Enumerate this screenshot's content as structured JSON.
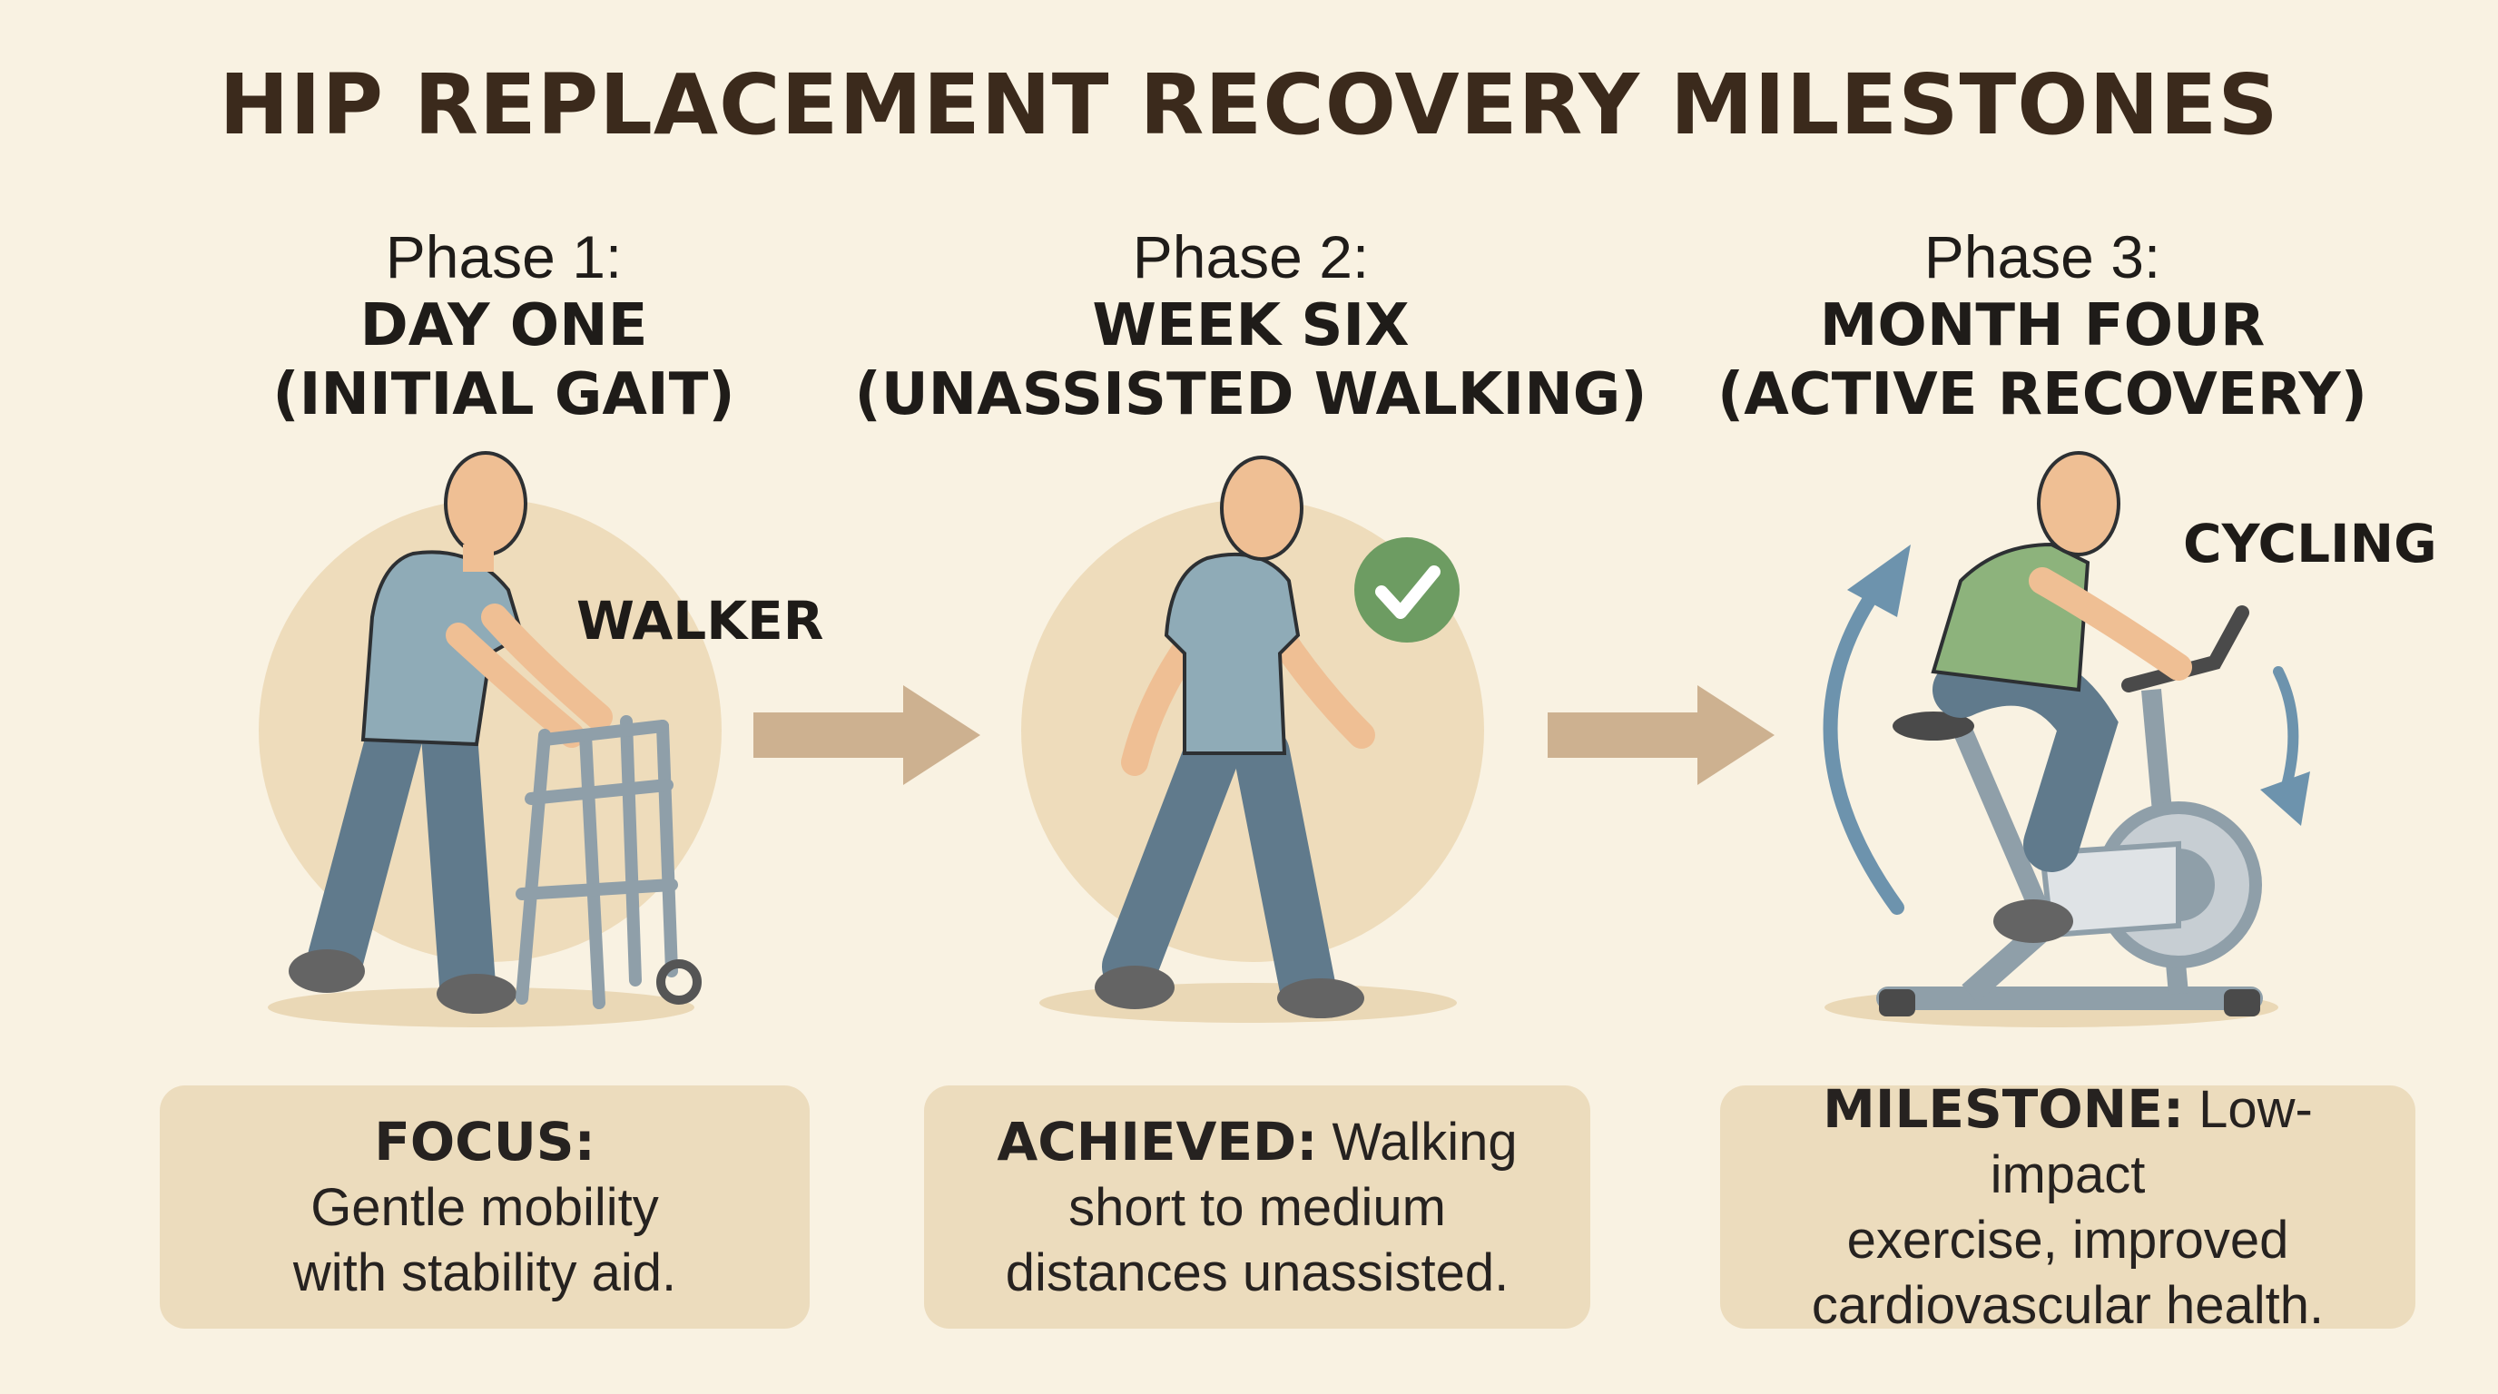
{
  "title": "HIP REPLACEMENT RECOVERY MILESTONES",
  "phases": [
    {
      "number": "Phase 1:",
      "name_line1": "DAY ONE",
      "name_line2": "(INITIAL GAIT)",
      "label": "WALKER",
      "card_key": "FOCUS:",
      "card_line1": "Gentle mobility",
      "card_line2": "with stability aid."
    },
    {
      "number": "Phase 2:",
      "name_line1": "WEEK SIX",
      "name_line2": "(UNASSISTED WALKING)",
      "card_key": "ACHIEVED:",
      "card_line1_rest": " Walking",
      "card_line2": "short to medium",
      "card_line3": "distances unassisted."
    },
    {
      "number": "Phase 3:",
      "name_line1": "MONTH FOUR",
      "name_line2": "(ACTIVE RECOVERY)",
      "label": "CYCLING",
      "card_key": "MILESTONE:",
      "card_line1_rest": " Low-impact",
      "card_line2": "exercise, improved",
      "card_line3": "cardiovascular health."
    }
  ],
  "colors": {
    "background": "#f9f2e2",
    "title": "#3b2a1c",
    "card": "#ecdcbd",
    "circle": "#eedcbb",
    "arrow": "#cdb190",
    "check": "#6d9c62",
    "shirt_blue": "#8fabb7",
    "shirt_green": "#8db37c",
    "pants": "#607a8c",
    "skin": "#efbf94",
    "motion_arrow": "#6d93ad"
  },
  "icons": [
    "walker-icon",
    "check-icon",
    "stationary-bike-icon",
    "right-arrow-icon",
    "rotation-arrow-icon"
  ]
}
